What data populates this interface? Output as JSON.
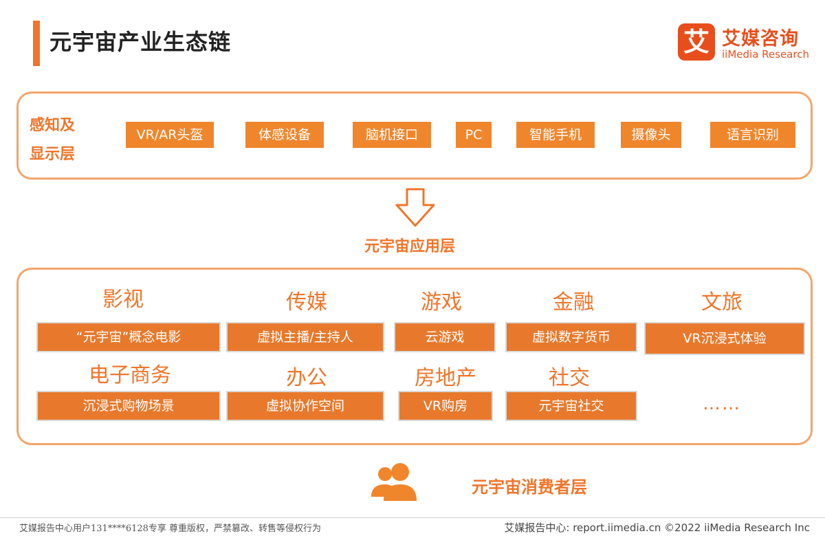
{
  "title": "元宇宙产业生态链",
  "logo": {
    "mark": "艾",
    "cn": "艾媒咨询",
    "en": "iiMedia Research"
  },
  "perception_layer": {
    "label_line1": "感知及",
    "label_line2": "显示层",
    "items": [
      "VR/AR头盔",
      "体感设备",
      "脑机接口",
      "PC",
      "智能手机",
      "摄像头",
      "语言识别"
    ]
  },
  "application_layer_label": "元宇宙应用层",
  "categories": [
    {
      "name": "影视",
      "item": "“元宇宙”概念电影"
    },
    {
      "name": "传媒",
      "item": "虚拟主播/主持人"
    },
    {
      "name": "游戏",
      "item": "云游戏"
    },
    {
      "name": "金融",
      "item": "虚拟数字货币"
    },
    {
      "name": "文旅",
      "item": "VR沉浸式体验"
    },
    {
      "name": "电子商务",
      "item": "沉浸式购物场景"
    },
    {
      "name": "办公",
      "item": "虚拟协作空间"
    },
    {
      "name": "房地产",
      "item": "VR购房"
    },
    {
      "name": "社交",
      "item": "元宇宙社交"
    }
  ],
  "ellipsis": "……",
  "consumer_layer_label": "元宇宙消费者层",
  "footer": {
    "left": "艾媒报告中心用户131****6128专享 尊重版权，严禁篡改、转售等侵权行为",
    "right": "艾媒报告中心: report.iimedia.cn  ©2022  iiMedia Research  Inc"
  },
  "colors": {
    "accent": "#f0752a",
    "chip": "#f0862c",
    "panel_border": "#f3a56a",
    "logo": "#e84e1c"
  }
}
